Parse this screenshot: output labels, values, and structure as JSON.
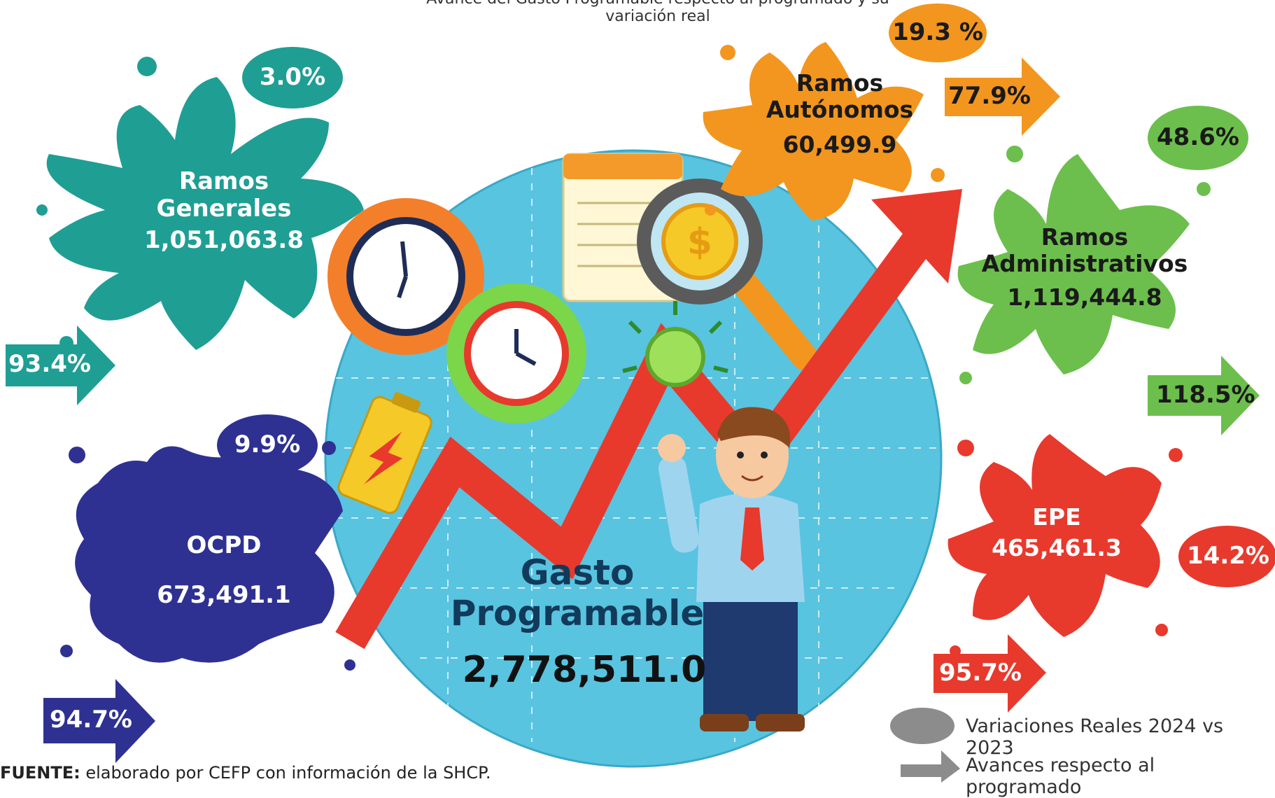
{
  "caption_top": "Avance del Gasto Programable respecto al programado y su variación real",
  "center": {
    "line1": "Gasto",
    "line2": "Programable",
    "value": "2,778,511.0"
  },
  "blobs": {
    "ramos_generales": {
      "title1": "Ramos",
      "title2": "Generales",
      "value": "1,051,063.8",
      "variation": "3.0%",
      "advance": "93.4%",
      "color": "#1f9e94"
    },
    "ramos_autonomos": {
      "title1": "Ramos",
      "title2": "Autónomos",
      "value": "60,499.9",
      "variation": "19.3 %",
      "advance": "77.9%",
      "color": "#f2961f"
    },
    "ramos_administrativos": {
      "title1": "Ramos",
      "title2": "Administrativos",
      "value": "1,119,444.8",
      "variation": "48.6%",
      "advance": "118.5%",
      "color": "#6cbf4c"
    },
    "ocpd": {
      "title1": "OCPD",
      "value": "673,491.1",
      "variation": "9.9%",
      "advance": "94.7%",
      "color": "#2e3192"
    },
    "epe": {
      "title1": "EPE",
      "value": "465,461.3",
      "variation": "14.2%",
      "advance": "95.7%",
      "color": "#e8392d"
    }
  },
  "legend": {
    "ellipse_label": "Variaciones Reales 2024 vs 2023",
    "arrow_label": "Avances respecto al programado"
  },
  "source": {
    "label": "FUENTE:",
    "text": " elaborado por CEFP con información de la SHCP."
  }
}
